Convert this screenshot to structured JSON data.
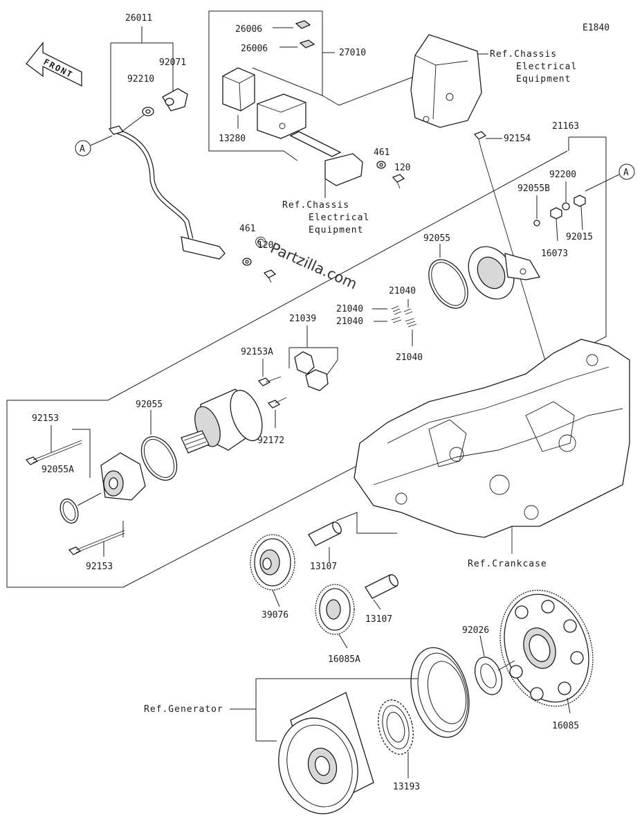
{
  "diagram_code": "E1840",
  "front_label": "FRONT",
  "watermark": "© Partzilla.com",
  "callout_letter": "A",
  "refs": {
    "chassis_electrical_top": [
      "Ref.Chassis",
      "Electrical",
      "Equipment"
    ],
    "chassis_electrical_mid": [
      "Ref.Chassis",
      "Electrical",
      "Equipment"
    ],
    "crankcase": "Ref.Crankcase",
    "generator": "Ref.Generator"
  },
  "parts": {
    "p26011": "26011",
    "p92071": "92071",
    "p92210": "92210",
    "p26006a": "26006",
    "p26006b": "26006",
    "p27010": "27010",
    "p13280": "13280",
    "p461a": "461",
    "p120a": "120",
    "p461b": "461",
    "p120b": "120",
    "p92154": "92154",
    "p21163": "21163",
    "p92200": "92200",
    "p92055B": "92055B",
    "p16073": "16073",
    "p92015": "92015",
    "p92055a": "92055",
    "p21040a": "21040",
    "p21040b": "21040",
    "p21040c": "21040",
    "p21040d": "21040",
    "p21039": "21039",
    "p92153A": "92153A",
    "p92172": "92172",
    "p92055b": "92055",
    "p92153a": "92153",
    "p92055A": "92055A",
    "p92153b": "92153",
    "p39076": "39076",
    "p13107a": "13107",
    "p13107b": "13107",
    "p16085A": "16085A",
    "p92026": "92026",
    "p16085": "16085",
    "p13193": "13193"
  }
}
